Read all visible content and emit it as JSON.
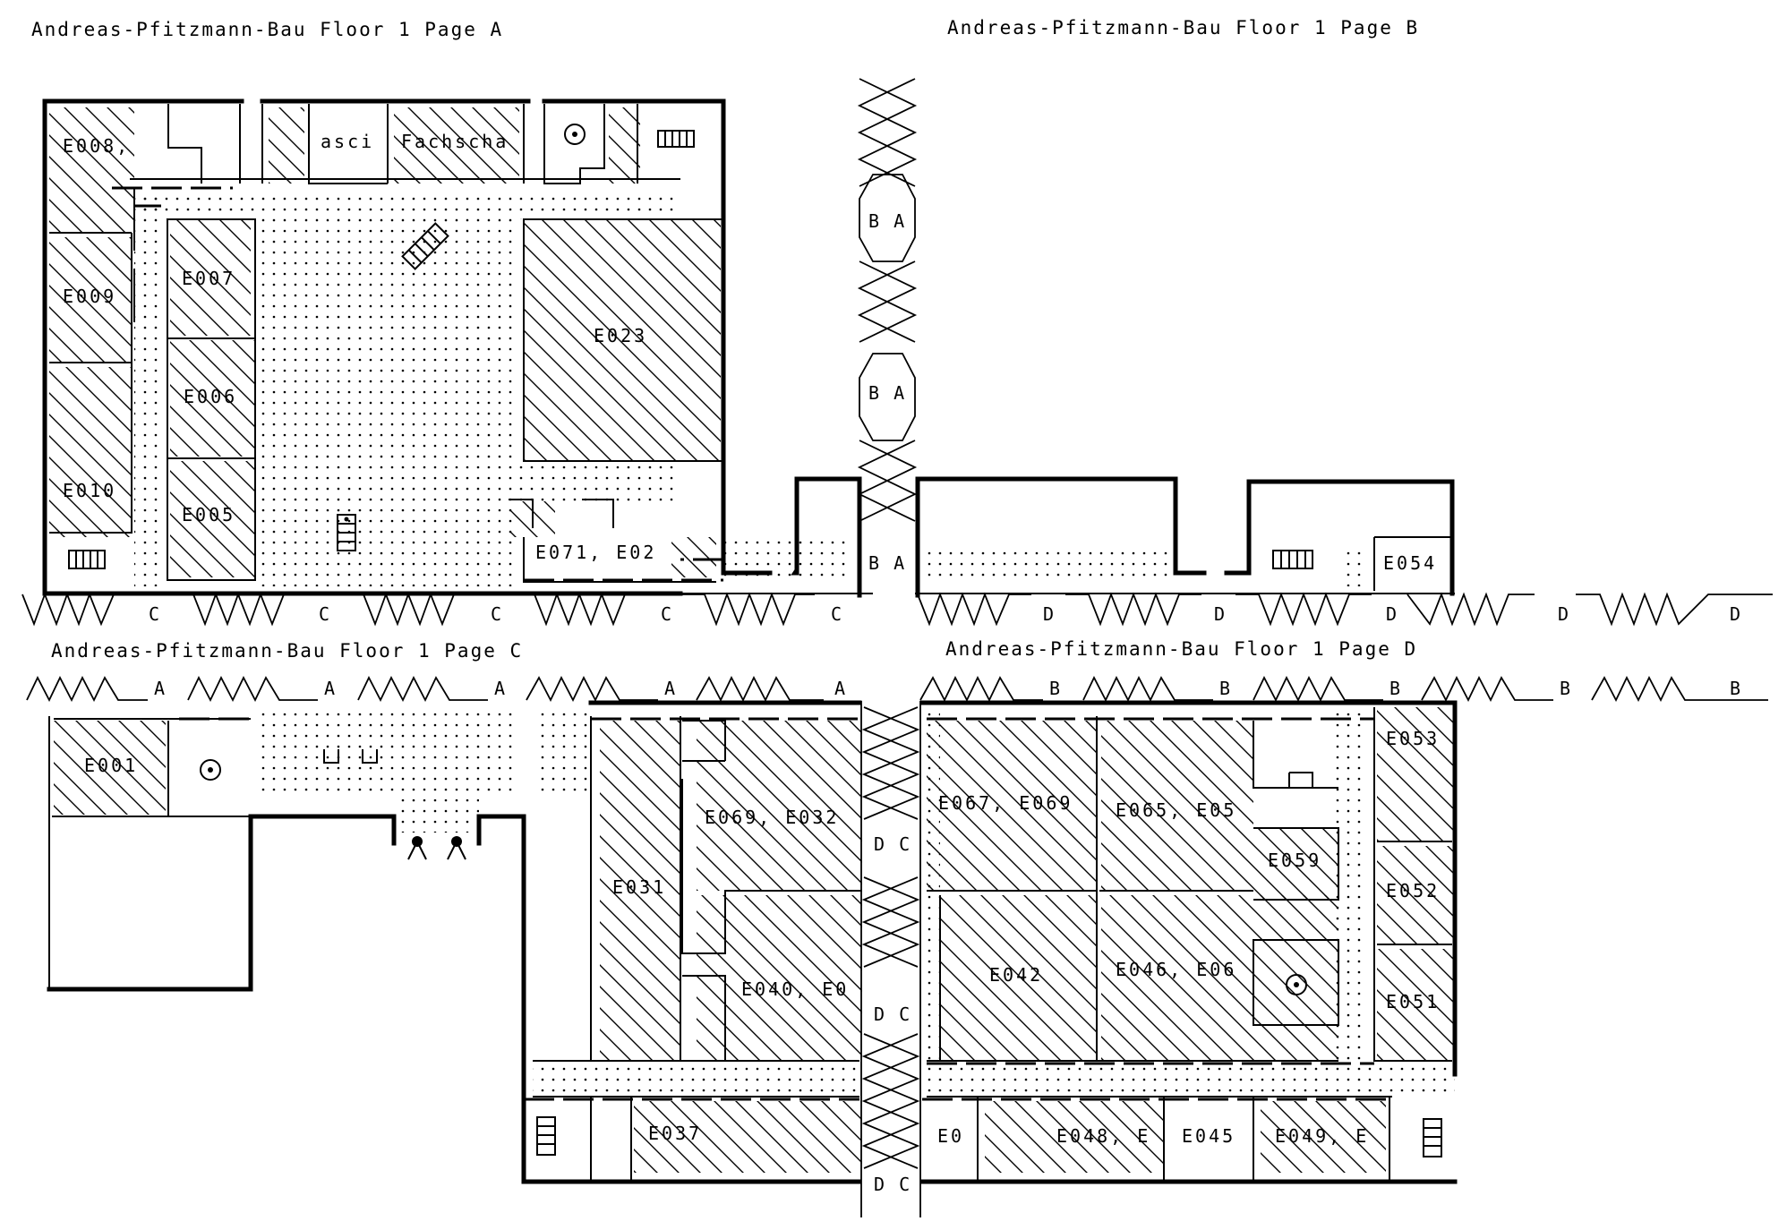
{
  "titles": {
    "a": "Andreas-Pfitzmann-Bau Floor 1 Page A",
    "b": "Andreas-Pfitzmann-Bau Floor 1 Page B",
    "c": "Andreas-Pfitzmann-Bau Floor 1 Page C",
    "d": "Andreas-Pfitzmann-Bau Floor 1 Page D"
  },
  "rooms": {
    "e008": "E008,",
    "asci": "asci",
    "fachscha": "Fachscha",
    "e009": "E009",
    "e007": "E007",
    "e006": "E006",
    "e010": "E010",
    "e005": "E005",
    "e023": "E023",
    "e071": "E071, E02",
    "e054": "E054",
    "e001": "E001",
    "e069_e032": "E069, E032",
    "e031": "E031",
    "e040": "E040, E0",
    "e037": "E037",
    "e067_e069": "E067, E069",
    "e065": "E065, E05",
    "e059": "E059",
    "e042": "E042",
    "e046": "E046, E06",
    "e053": "E053",
    "e052": "E052",
    "e051": "E051",
    "e0": "E0",
    "e048": "E048, E",
    "e045": "E045",
    "e049": "E049, E"
  },
  "connectors": {
    "page_a_to_b": "B A",
    "page_c_to_d": "D C",
    "link_c": "C",
    "link_d": "D",
    "link_a": "A",
    "link_b": "B"
  },
  "icons": {
    "stairs": "stairs-icon",
    "elevator": "elevator-icon",
    "restroom": "restroom-icon",
    "entrance": "entrance-icon"
  }
}
